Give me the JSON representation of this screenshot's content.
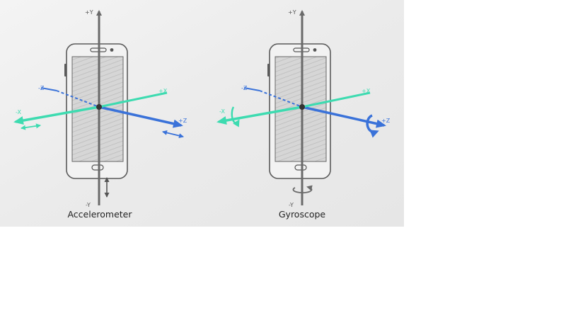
{
  "panels": [
    {
      "id": "accelerometer",
      "caption": "Accelerometer",
      "labels": {
        "plus_y": "+Y",
        "minus_y": "-Y",
        "plus_x": "+X",
        "minus_x": "-X",
        "plus_z": "+Z",
        "minus_z": "-Z"
      },
      "indicators": {
        "x": "double-arrow",
        "y": "double-arrow",
        "z": "double-arrow"
      }
    },
    {
      "id": "gyroscope",
      "caption": "Gyroscope",
      "labels": {
        "plus_y": "+Y",
        "minus_y": "-Y",
        "plus_x": "+X",
        "minus_x": "-X",
        "plus_z": "+Z",
        "minus_z": "-Z"
      },
      "indicators": {
        "x": "rotation-arrow",
        "y": "rotation-arrow",
        "z": "rotation-arrow"
      }
    }
  ],
  "colors": {
    "y_axis": "#6a6a6a",
    "x_axis": "#3ddbb0",
    "z_axis": "#3a72d9",
    "phone_outline": "#5a5a5a",
    "paper": "#efefef"
  }
}
